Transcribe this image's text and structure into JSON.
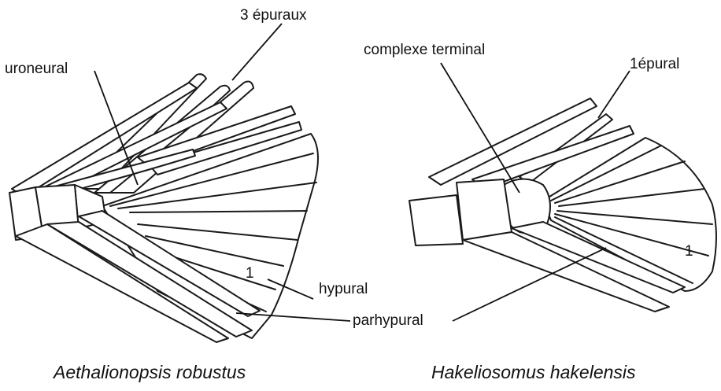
{
  "left_specimen": {
    "caption": "Aethalionopsis robustus",
    "labels": {
      "epuraux": "3 épuraux",
      "uroneural": "uroneural",
      "hypural": "hypural",
      "number": "1"
    }
  },
  "right_specimen": {
    "caption": "Hakeliosomus hakelensis",
    "labels": {
      "complexe": "complexe terminal",
      "epural": "1épural",
      "number": "1"
    }
  },
  "shared_labels": {
    "parhypural": "parhypural"
  }
}
